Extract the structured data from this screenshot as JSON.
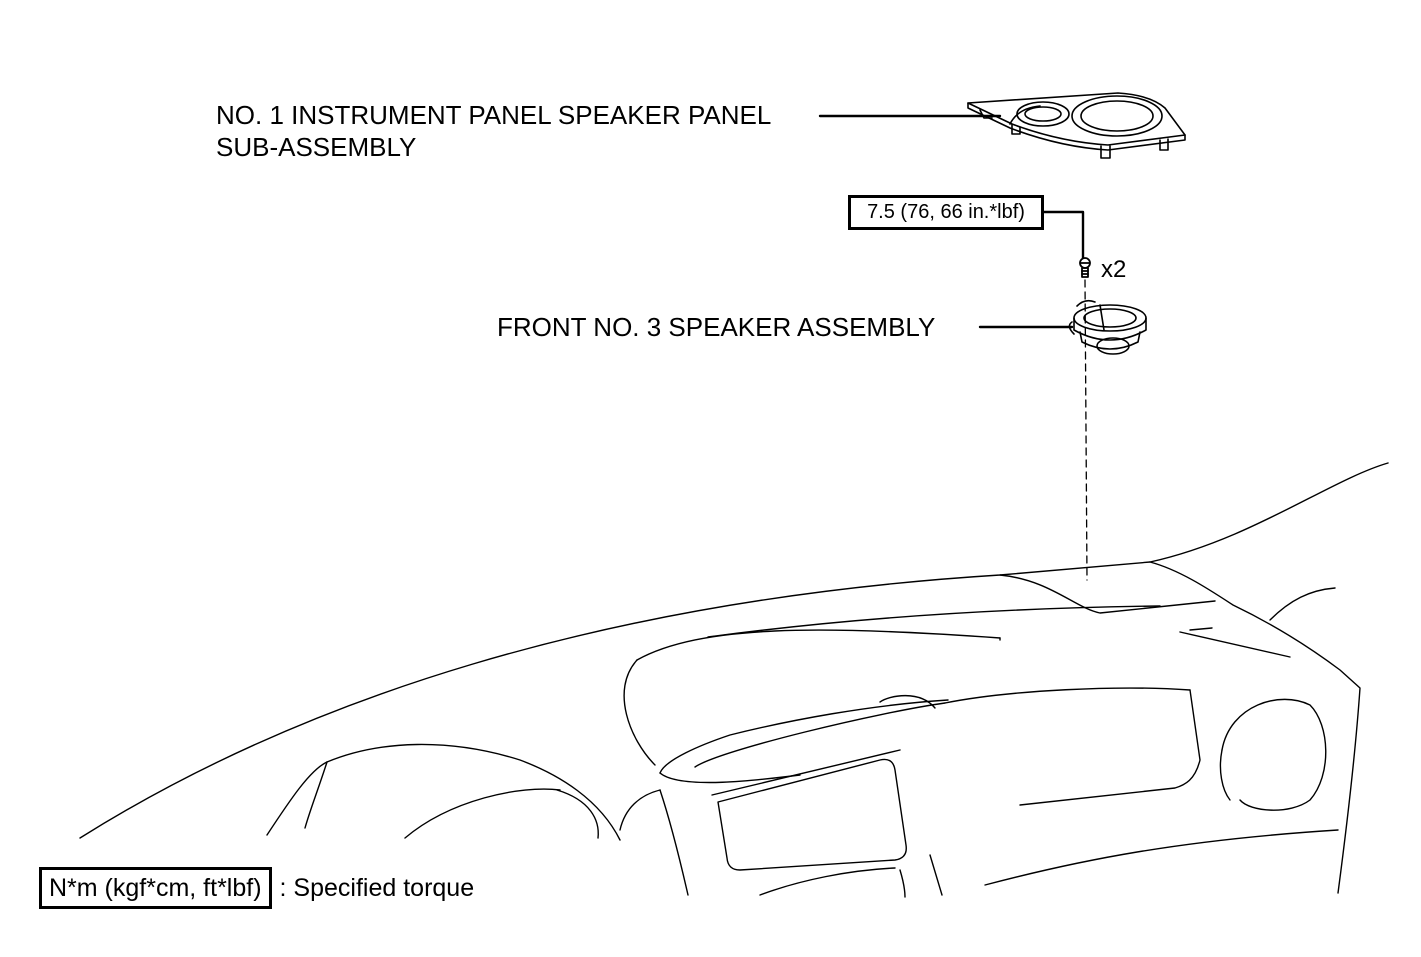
{
  "callouts": {
    "panel_assembly": "NO. 1 INSTRUMENT PANEL SPEAKER PANEL\nSUB-ASSEMBLY",
    "speaker_assembly": "FRONT NO. 3 SPEAKER ASSEMBLY",
    "screw_torque": "7.5 (76, 66 in.*lbf)",
    "screw_quantity": "x2"
  },
  "legend": {
    "unit_box": "N*m (kgf*cm, ft*lbf)",
    "meaning": ": Specified torque"
  },
  "colors": {
    "line": "#000000",
    "background": "#ffffff"
  }
}
